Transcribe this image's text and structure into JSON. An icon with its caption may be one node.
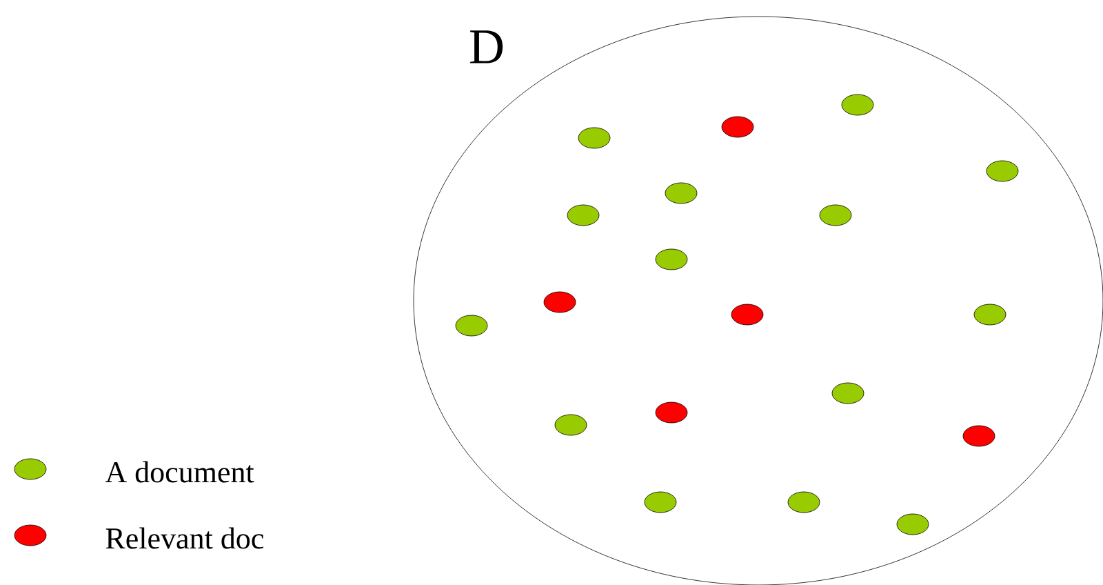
{
  "diagram": {
    "nodes": [
      {
        "text": [
          "D"
        ]
      },
      {
        "text": [],
        "shape": "circle",
        "in": 0
      },
      {
        "text": [],
        "shape": "circle",
        "in": 0
      },
      {
        "text": [],
        "shape": "circle",
        "in": 0
      },
      {
        "text": [],
        "shape": "circle",
        "in": 0
      },
      {
        "text": [],
        "shape": "circle",
        "in": 0
      },
      {
        "text": [],
        "shape": "circle",
        "in": 0
      },
      {
        "text": [],
        "shape": "circle",
        "in": 0
      },
      {
        "text": [],
        "shape": "circle",
        "in": 0
      },
      {
        "text": [],
        "shape": "circle",
        "in": 0
      },
      {
        "text": [],
        "shape": "circle",
        "in": 0
      },
      {
        "text": [],
        "shape": "circle",
        "in": 0
      },
      {
        "text": [],
        "shape": "circle",
        "in": 0
      },
      {
        "text": [],
        "shape": "circle",
        "in": 0
      },
      {
        "text": [],
        "shape": "circle",
        "in": 0
      },
      {
        "text": [],
        "shape": "circle",
        "in": 0
      },
      {
        "text": [],
        "shape": "circle",
        "in": 0
      },
      {
        "text": [],
        "shape": "circle",
        "in": 0
      },
      {
        "text": [],
        "shape": "circle",
        "in": 0
      },
      {
        "text": [],
        "shape": "circle",
        "in": 0
      }
    ],
    "legend": [
      {
        "text": "A document",
        "color": "#99cc00"
      },
      {
        "text": "Relevant doc",
        "color": "#ff0000"
      }
    ]
  }
}
